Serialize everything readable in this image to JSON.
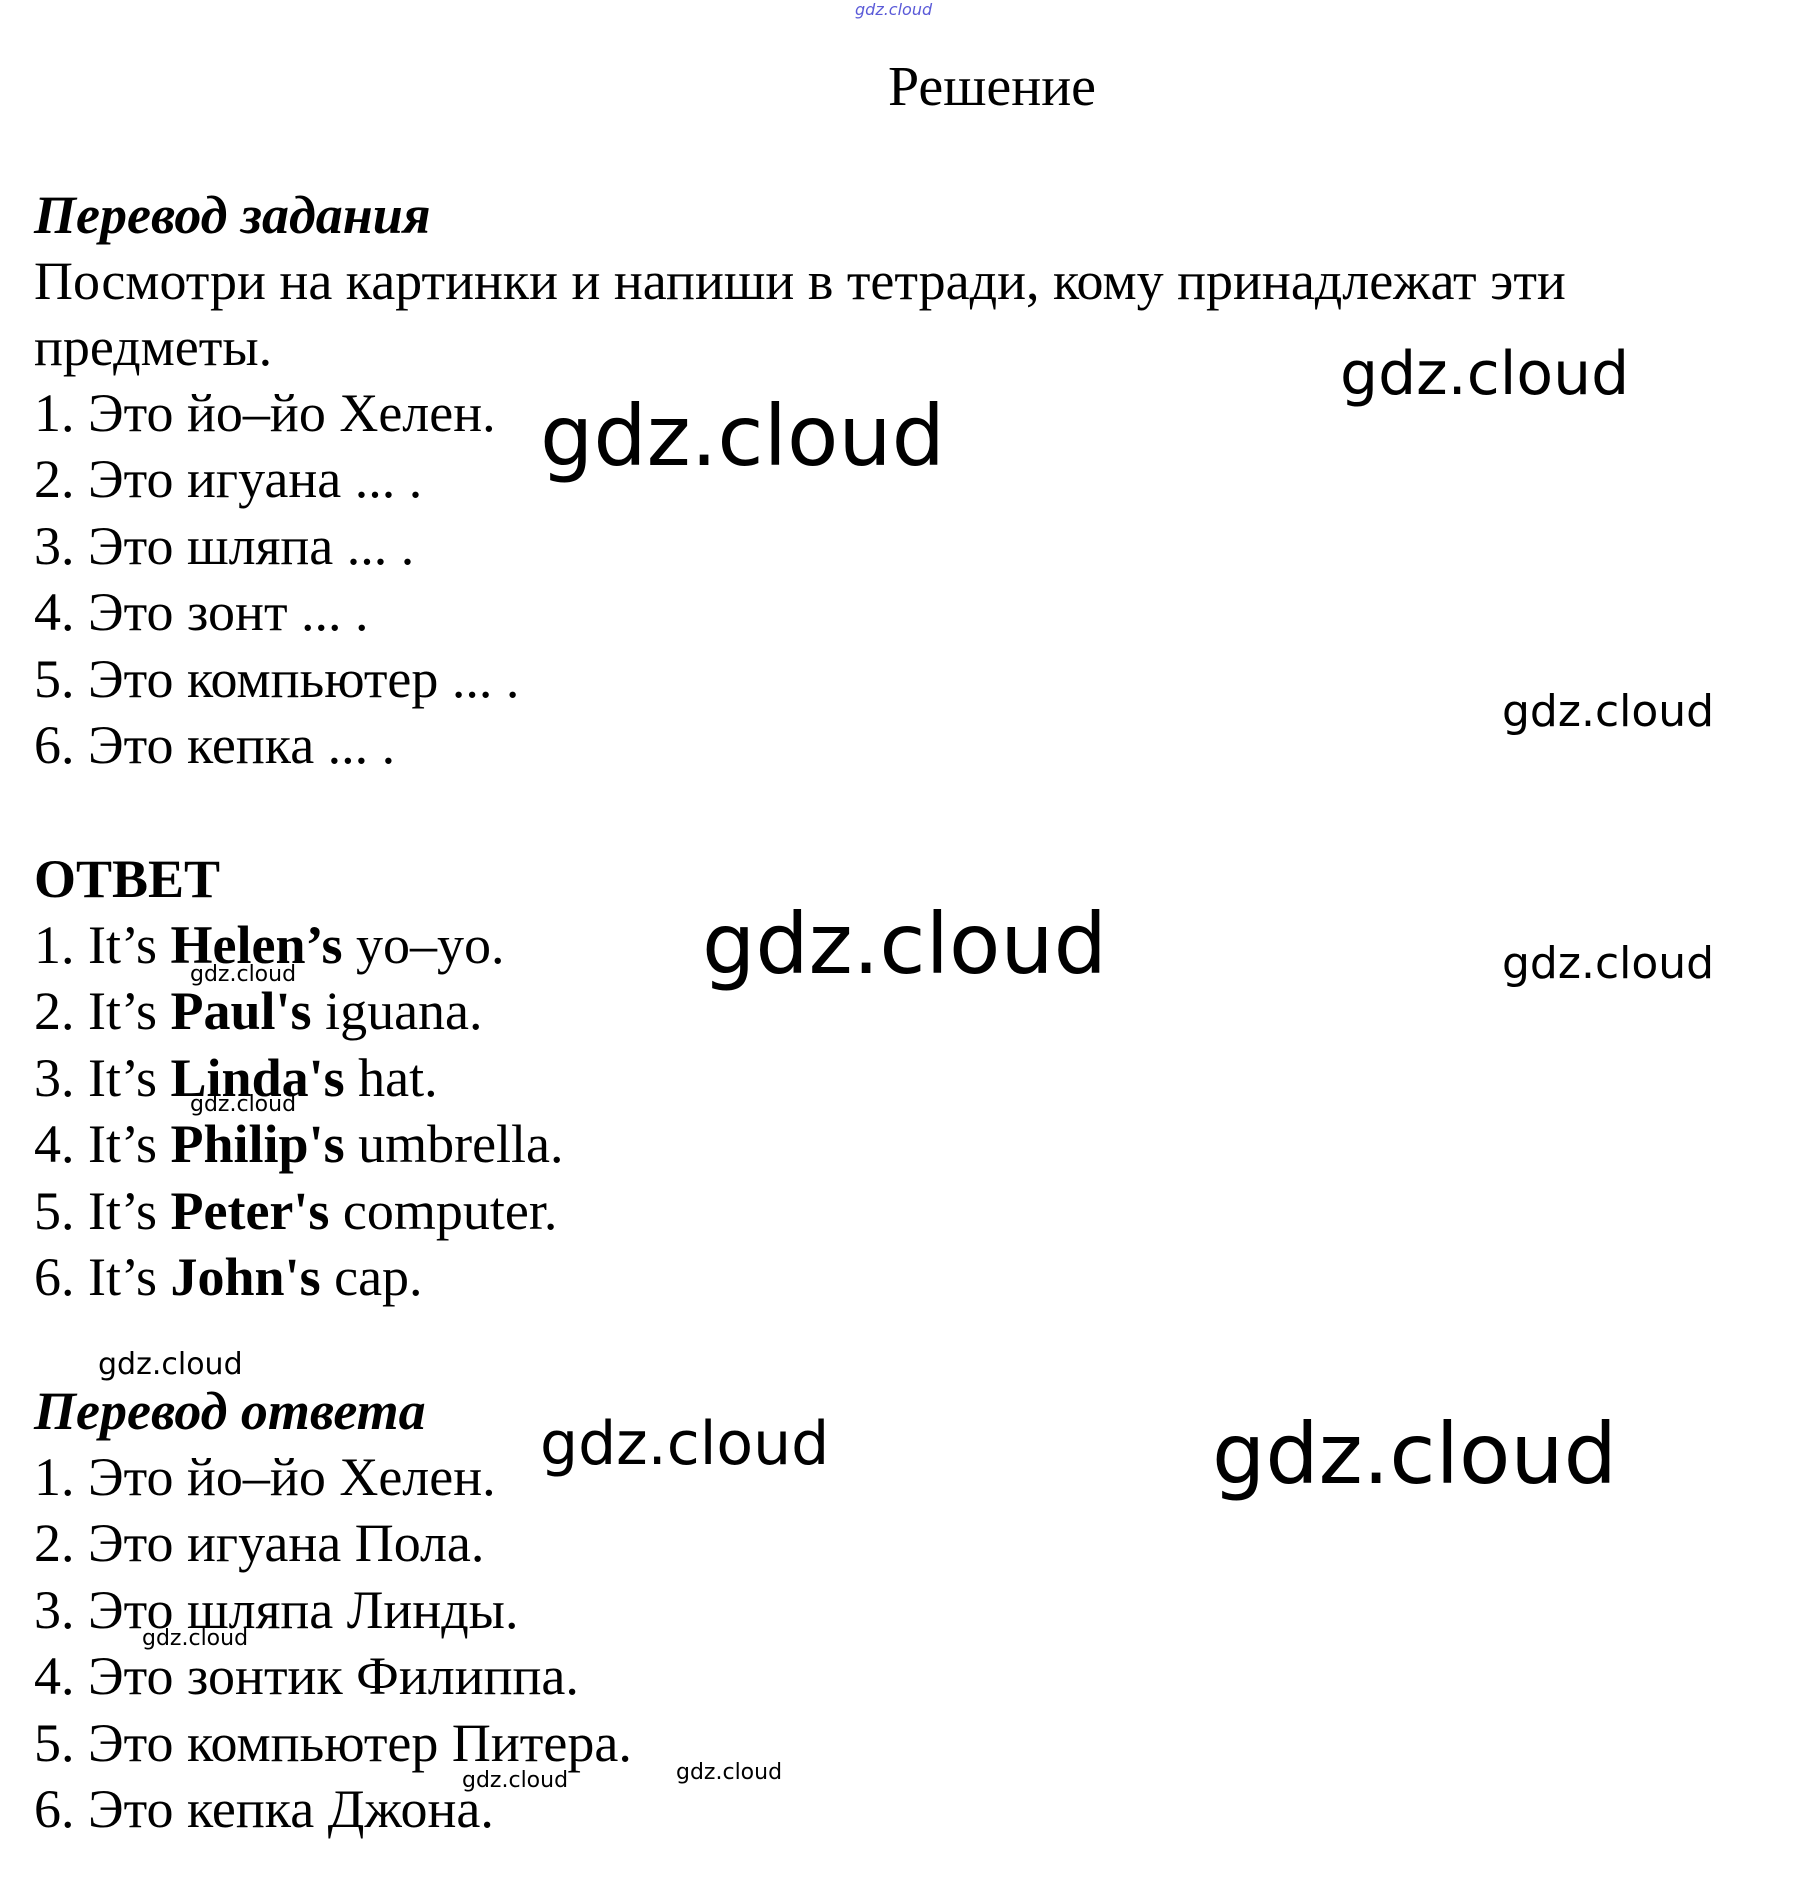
{
  "watermark_top": "gdz.cloud",
  "title": "Решение",
  "task": {
    "heading": "Перевод задания",
    "instruction": "Посмотри на картинки и напиши в тетради, кому принадлежат эти предметы.",
    "items": [
      "1. Это йо–йо Хелен.",
      "2. Это игуана ... .",
      "3. Это шляпа ... .",
      "4. Это зонт ... .",
      "5. Это компьютер ... .",
      "6. Это кепка ... ."
    ]
  },
  "answer": {
    "heading": "ОТВЕТ",
    "items": [
      {
        "num": "1.",
        "pre": "It’s",
        "name": "Helen’s",
        "post": "yo–yo."
      },
      {
        "num": "2.",
        "pre": "It’s",
        "name": "Paul's",
        "post": "iguana."
      },
      {
        "num": "3.",
        "pre": "It’s",
        "name": "Linda's",
        "post": "hat."
      },
      {
        "num": "4.",
        "pre": "It’s",
        "name": "Philip's",
        "post": "umbrella."
      },
      {
        "num": "5.",
        "pre": "It’s",
        "name": "Peter's",
        "post": "computer."
      },
      {
        "num": "6.",
        "pre": "It’s",
        "name": "John's",
        "post": "cap."
      }
    ]
  },
  "answer_translation": {
    "heading": "Перевод ответа",
    "items": [
      "1. Это йо–йо Хелен.",
      "2. Это игуана Пола.",
      "3. Это шляпа Линды.",
      "4. Это зонтик Филиппа.",
      "5. Это компьютер Питера.",
      "6. Это кепка Джона."
    ]
  },
  "watermarks": {
    "w1": "gdz.cloud",
    "w2": "gdz.cloud",
    "w3": "gdz.cloud",
    "w4": "gdz.cloud",
    "w5": "gdz.cloud",
    "w6": "gdz.cloud",
    "w7": "gdz.cloud",
    "w8": "gdz.cloud",
    "w9": "gdz.cloud",
    "w10": "gdz.cloud",
    "w11": "gdz.cloud",
    "w12": "gdz.cloud",
    "w13": "gdz.cloud",
    "w14": "gdz.cloud"
  }
}
